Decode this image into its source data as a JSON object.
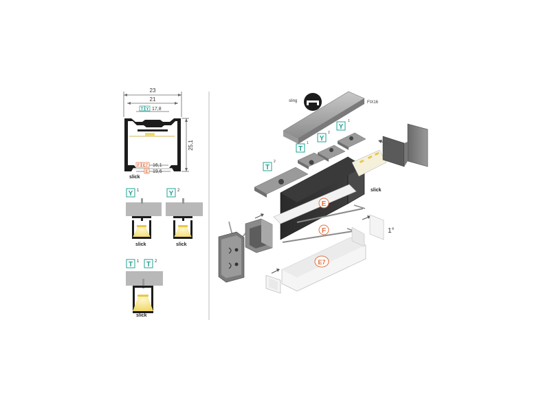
{
  "dimensions": {
    "outer_width": "23",
    "inner_width": "21",
    "inner_short": "17,8",
    "height": "25,1",
    "dim_a": "16,1",
    "dim_b": "19,6"
  },
  "codes": {
    "T": "T",
    "Y": "Y",
    "E": "E",
    "F": "F",
    "E7": "E7",
    "sup1": "1",
    "sup2": "2"
  },
  "labels": {
    "slick": "slick",
    "sling": "sling",
    "fix16": "FIX16",
    "one_degree": "1°"
  },
  "colors": {
    "teal": "#20a090",
    "orange": "#e07040",
    "profile_dark": "#1c1c1c",
    "mount_gray": "#b8b8b8",
    "led_yellow": "#f3e39a"
  }
}
